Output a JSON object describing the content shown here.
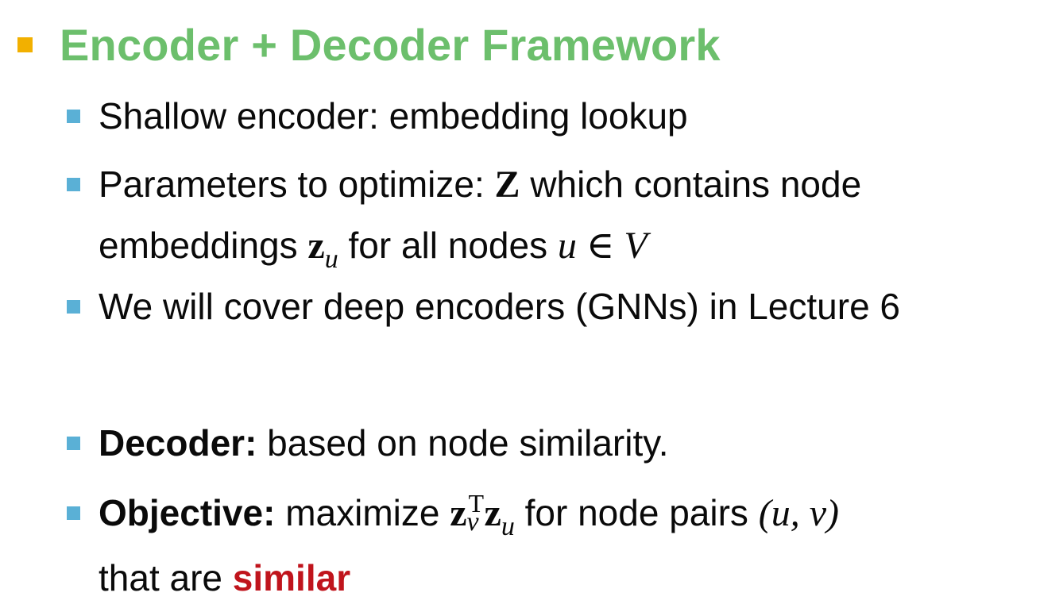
{
  "heading": {
    "text": "Encoder + Decoder Framework",
    "bullet_color": "#f2b000",
    "color": "#6cbf6c"
  },
  "bullets": {
    "bullet_color": "#5ab0d6",
    "shallow": {
      "text": "Shallow encoder: embedding lookup"
    },
    "params": {
      "line1_pre": "Parameters to optimize: ",
      "Z": "Z",
      "line1_post": " which contains node",
      "line2_pre": "embeddings ",
      "z": "z",
      "u_sub": "u",
      "line2_mid": " for all nodes ",
      "math_tail": "u ∈ V"
    },
    "deep": {
      "text": "We will cover deep encoders (GNNs) in Lecture 6"
    },
    "decoder": {
      "label": "Decoder:",
      "text": " based on node similarity."
    },
    "objective": {
      "label": "Objective:",
      "pre": " maximize ",
      "z1": "z",
      "sup": "T",
      "v_sub": "v",
      "z2": "z",
      "u_sub": "u",
      "mid": " for node pairs ",
      "pair": "(u, v)",
      "line2_pre": "that are ",
      "highlight": "similar",
      "highlight_color": "#c0141c"
    }
  }
}
